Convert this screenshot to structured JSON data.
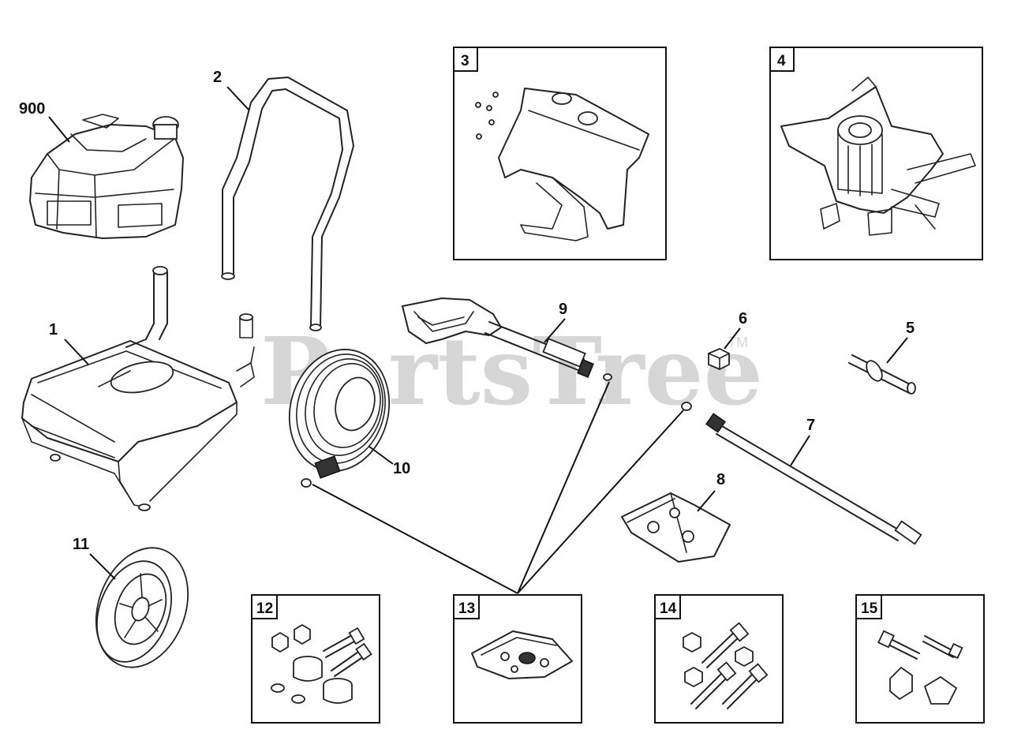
{
  "watermark": {
    "text": "PartsTree",
    "trademark": "TM"
  },
  "labels": {
    "engine": "900",
    "frame_handle": "2",
    "base_frame": "1",
    "wheel": "11",
    "pressure_hose": "10",
    "spray_gun": "9",
    "cap_6": "6",
    "part_5": "5",
    "lance": "7",
    "nozzle_kit": "8"
  },
  "boxes": {
    "b3": "3",
    "b4": "4",
    "b12": "12",
    "b13": "13",
    "b14": "14",
    "b15": "15"
  }
}
